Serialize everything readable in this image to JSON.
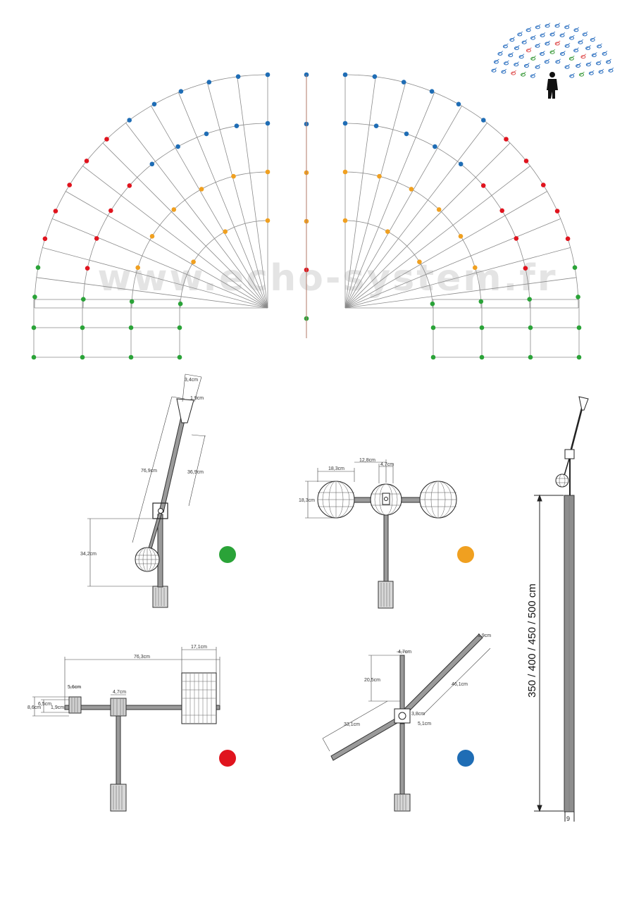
{
  "watermark": "www.echo-system.fr",
  "colors": {
    "blue": "#1f6db5",
    "orange": "#f0a020",
    "red": "#e0141e",
    "green": "#2aa338",
    "line": "#8a8a8a",
    "pole": "#9a9a9a",
    "center_line": "#b07a6a"
  },
  "legend_dots": {
    "green": "green",
    "orange": "orange",
    "red": "red",
    "blue": "blue"
  },
  "icons": {
    "orchestra_thumbnail": "orchestra-layout-icon",
    "conductor": "conductor-icon"
  },
  "green_fixture": {
    "dims": {
      "top_width": "3,4cm",
      "tube": "1,9cm",
      "arm_length": "76,9cm",
      "arm_upper": "36,9cm",
      "drop": "34,2cm"
    }
  },
  "orange_fixture": {
    "dims": {
      "sphere": "18,3cm",
      "spacing": "12,8cm",
      "clamp": "4,7cm",
      "sphere_height": "18,3cm"
    }
  },
  "red_fixture": {
    "dims": {
      "length": "76,3cm",
      "box": "17,1cm",
      "clamp_a": "4,7cm",
      "clamp_b": "5,6cm",
      "h1": "6,5cm",
      "h2": "8,6cm",
      "tube": "1,9cm"
    }
  },
  "blue_fixture": {
    "dims": {
      "clamp": "4,7cm",
      "vertical": "20,5cm",
      "arm_right": "46,1cm",
      "arm_left": "33,1cm",
      "tube_tip": "1,9cm",
      "hub": "3,8cm",
      "hub_offset": "5,1cm"
    }
  },
  "pole": {
    "height_label": "350 / 400 / 450 / 500 cm",
    "base_label": "9"
  }
}
